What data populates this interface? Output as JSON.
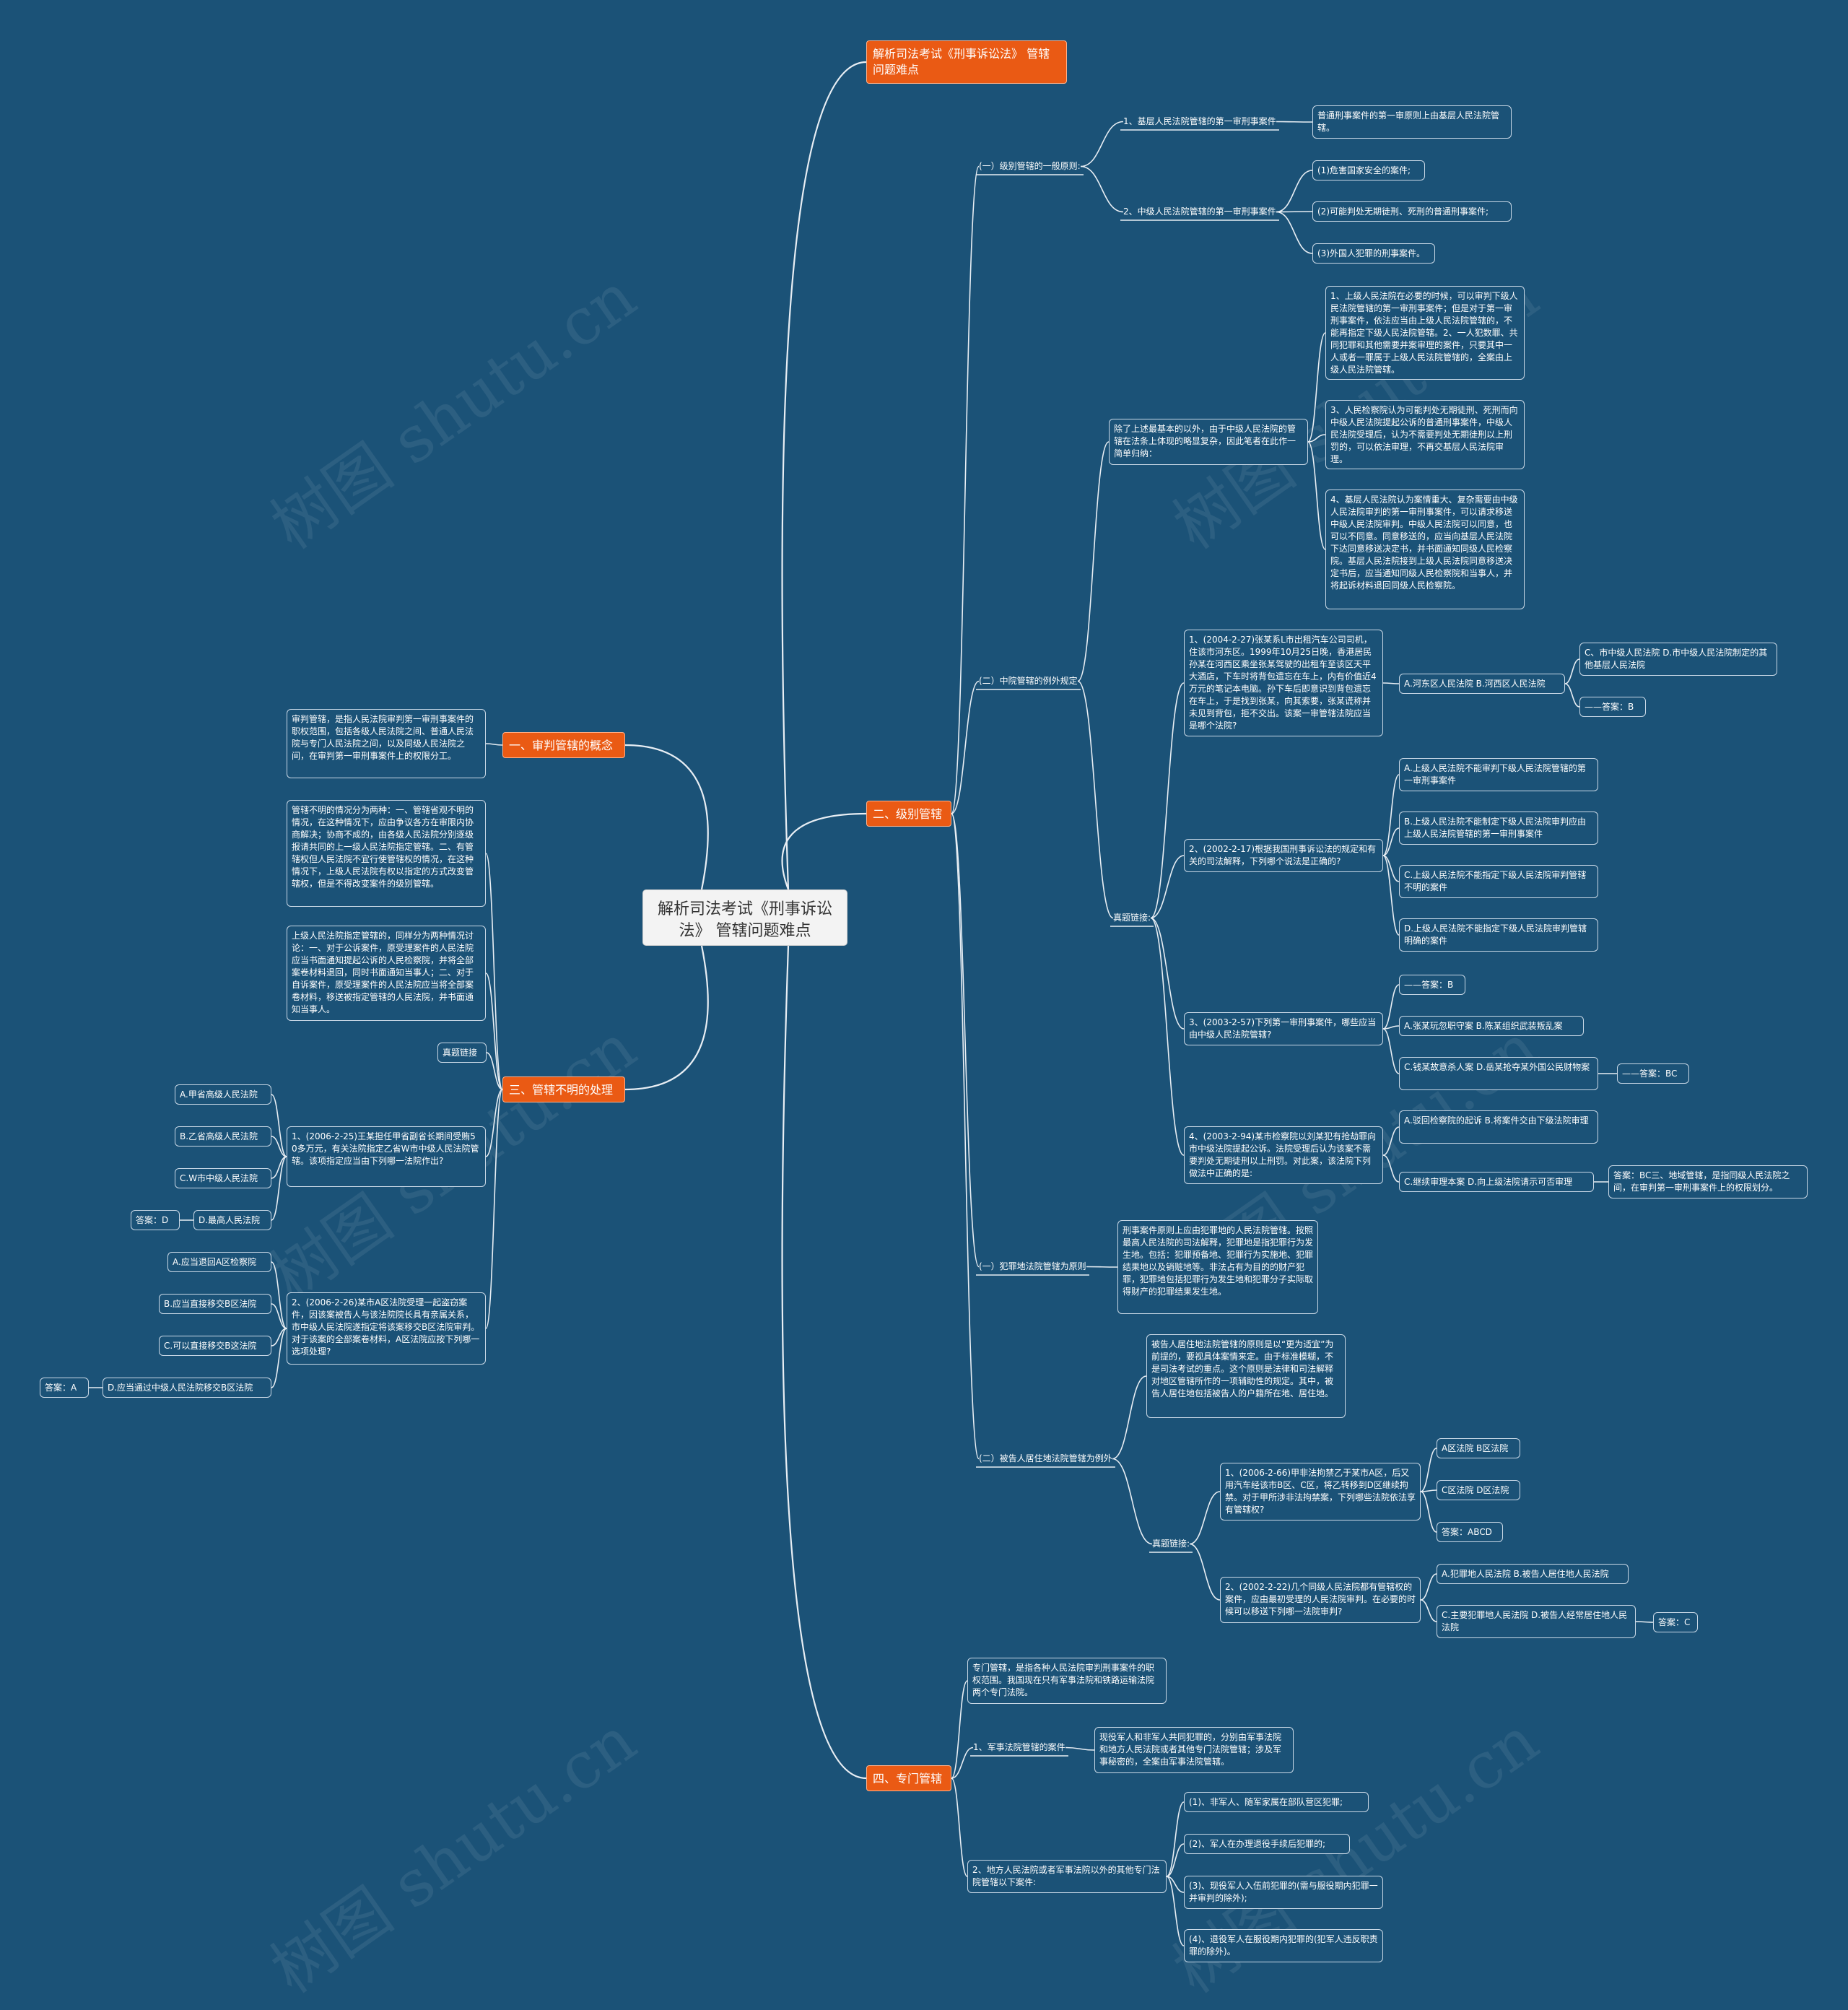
{
  "root": "解析司法考试《刑事诉讼法》 管辖问题难点",
  "watermark": "树图 shutu.cn",
  "colors": {
    "background": "#1b5277",
    "branch": "#ea5a14",
    "root_fill": "#f3f3f3",
    "line": "#e8eef4"
  },
  "branches": {
    "top": "解析司法考试《刑事诉讼法》 管辖问题难点",
    "b1": "一、审判管辖的概念",
    "b2": "二、级别管辖",
    "b3": "三、管辖不明的处理",
    "b4": "四、专门管辖"
  },
  "left1": {
    "def": "审判管辖，是指人民法院审判第一审刑事案件的职权范围，包括各级人民法院之间、普通人民法院与专门人民法院之间，以及同级人民法院之间，在审判第一审刑事案件上的权限分工。"
  },
  "left3": {
    "p1": "管辖不明的情况分为两种：一、管辖省观不明的情况，在这种情况下，应由争议各方在审限内协商解决；协商不成的，由各级人民法院分别逐级报请共同的上一级人民法院指定管辖。二、有管辖权但人民法院不宜行使管辖权的情况，在这种情况下，上级人民法院有权以指定的方式改变管辖权，但是不得改变案件的级别管辖。",
    "p2": "上级人民法院指定管辖的，同样分为两种情况讨论：一、对于公诉案件，原受理案件的人民法院应当书面通知提起公诉的人民检察院，并将全部案卷材料退回，同时书面通知当事人；二、对于自诉案件，原受理案件的人民法院应当将全部案卷材料，移送被指定管辖的人民法院，并书面通知当事人。",
    "zt": "真题链接",
    "q1": "1、(2006-2-25)王某担任甲省副省长期间受贿50多万元，有关法院指定乙省W市中级人民法院管辖。该项指定应当由下列哪一法院作出?",
    "q1a": "A.甲省高级人民法院",
    "q1b": "B.乙省高级人民法院",
    "q1c": "C.W市中级人民法院",
    "q1d": "D.最高人民法院",
    "q1ans": "答案：D",
    "q2": "2、(2006-2-26)某市A区法院受理一起盗窃案件，因该案被告人与该法院院长具有亲属关系，市中级人民法院遂指定将该案移交B区法院审判。对于该案的全部案卷材料，A区法院应按下列哪一选项处理?",
    "q2a": "A.应当退回A区检察院",
    "q2b": "B.应当直接移交B区法院",
    "q2c": "C.可以直接移交B这法院",
    "q2d": "D.应当通过中级人民法院移交B区法院",
    "q2ans": "答案：A"
  },
  "r1": {
    "title": "(一）级别管辖的一般原则:",
    "c1": "1、基层人民法院管辖的第一审刑事案件",
    "c1a": "普通刑事案件的第一审原则上由基层人民法院管辖。",
    "c2": "2、中级人民法院管辖的第一审刑事案件",
    "c2a": "(1)危害国家安全的案件;",
    "c2b": "(2)可能判处无期徒刑、死刑的普通刑事案件;",
    "c2c": "(3)外国人犯罪的刑事案件。"
  },
  "r2": {
    "title": "(二）中院管辖的例外规定",
    "s1": "除了上述最基本的以外，由于中级人民法院的管辖在法条上体现的略显复杂，因此笔者在此作一简单归纳：",
    "s1a": "1、上级人民法院在必要的时候，可以审判下级人民法院管辖的第一审刑事案件；但是对于第一审刑事案件，依法应当由上级人民法院管辖的，不能再指定下级人民法院管辖。2、一人犯数罪、共同犯罪和其他需要并案审理的案件，只要其中一人或者一罪属于上级人民法院管辖的，全案由上级人民法院管辖。",
    "s1b": "3、人民检察院认为可能判处无期徒刑、死刑而向中级人民法院提起公诉的普通刑事案件，中级人民法院受理后，认为不需要判处无期徒刑以上刑罚的，可以依法审理，不再交基层人民法院审理。",
    "s1c": "4、基层人民法院认为案情重大、复杂需要由中级人民法院审判的第一审刑事案件，可以请求移送中级人民法院审判。中级人民法院可以同意，也可以不同意。同意移送的，应当向基层人民法院下达同意移送决定书，并书面通知同级人民检察院。基层人民法院接到上级人民法院同意移送决定书后，应当通知同级人民检察院和当事人，并将起诉材料退回同级人民检察院。",
    "zt": "真题链接:",
    "q1": "1、(2004-2-27)张某系L市出租汽车公司司机，住该市河东区。1999年10月25日晚，香港居民孙某在河西区乘坐张某驾驶的出租车至该区天平大酒店，下车时将背包遗忘在车上，内有价值近4万元的笔记本电脑。孙下车后即意识到背包遗忘在车上，于是找到张某，向其索要，张某谎称并未见到背包，拒不交出。该案一审管辖法院应当是哪个法院?",
    "q1a": "A.河东区人民法院 B.河西区人民法院",
    "q1b": "C、市中级人民法院 D.市中级人民法院制定的其他基层人民法院",
    "q1ans": "——答案：B",
    "q2": "2、(2002-2-17)根据我国刑事诉讼法的规定和有关的司法解释，下列哪个说法是正确的?",
    "q2a": "A.上级人民法院不能审判下级人民法院管辖的第一审刑事案件",
    "q2b": "B.上级人民法院不能制定下级人民法院审判应由上级人民法院管辖的第一审刑事案件",
    "q2c": "C.上级人民法院不能指定下级人民法院审判管辖不明的案件",
    "q2d": "D.上级人民法院不能指定下级人民法院审判管辖明确的案件",
    "q2ans": "——答案：B",
    "q3": "3、(2003-2-57)下列第一审刑事案件，哪些应当由中级人民法院管辖?",
    "q3a": "A.张某玩忽职守案 B.陈某组织武装叛乱案",
    "q3b": "C.钱某故意杀人案 D.岳某抢夺某外国公民财物案",
    "q3ans": "——答案：BC",
    "q4": "4、(2003-2-94)某市检察院以刘某犯有抢劫罪向市中级法院提起公诉。法院受理后认为该案不需要判处无期徒刑以上刑罚。对此案，该法院下列做法中正确的是:",
    "q4a": "A.驳回检察院的起诉 B.将案件交由下级法院审理",
    "q4b": "C.继续审理本案 D.向上级法院请示可否审理",
    "q4ans": "答案：BC三、地域管辖，是指同级人民法院之间，在审判第一审刑事案件上的权限划分。"
  },
  "r3": {
    "title": "(一）犯罪地法院管辖为原则",
    "body": "刑事案件原则上应由犯罪地的人民法院管辖。按照最高人民法院的司法解释，犯罪地是指犯罪行为发生地。包括：犯罪预备地、犯罪行为实施地、犯罪结果地以及销赃地等。非法占有为目的的财产犯罪，犯罪地包括犯罪行为发生地和犯罪分子实际取得财产的犯罪结果发生地。"
  },
  "r4": {
    "title": "(二）被告人居住地法院管辖为例外",
    "body": "被告人居住地法院管辖的原则是以“更为适宜”为前提的，要视具体案情来定。由于标准模糊，不是司法考试的重点。这个原则是法律和司法解释对地区管辖所作的一项辅助性的规定。其中，被告人居住地包括被告人的户籍所在地、居住地。",
    "zt": "真题链接:",
    "q1": "1、(2006-2-66)甲非法拘禁乙于某市A区，后又用汽车经该市B区、C区，将乙转移到D区继续拘禁。对于甲所涉非法拘禁案，下列哪些法院依法享有管辖权?",
    "q1a": "A区法院 B区法院",
    "q1b": "C区法院 D区法院",
    "q1ans": "答案：ABCD",
    "q2": "2、(2002-2-22)几个同级人民法院都有管辖权的案件，应由最初受理的人民法院审判。在必要的时候可以移送下列哪一法院审判?",
    "q2a": "A.犯罪地人民法院 B.被告人居住地人民法院",
    "q2b": "C.主要犯罪地人民法院 D.被告人经常居住地人民法院",
    "q2ans": "答案：C"
  },
  "r5": {
    "def": "专门管辖，是指各种人民法院审判刑事案件的职权范围。我国现在只有军事法院和铁路运输法院两个专门法院。",
    "c1": "1、军事法院管辖的案件",
    "c1a": "现役军人和非军人共同犯罪的，分别由军事法院和地方人民法院或者其他专门法院管辖；涉及军事秘密的，全案由军事法院管辖。",
    "c2": "2、地方人民法院或者军事法院以外的其他专门法院管辖以下案件:",
    "c2a": "(1)、非军人、随军家属在部队营区犯罪;",
    "c2b": "(2)、军人在办理退役手续后犯罪的;",
    "c2c": "(3)、现役军人入伍前犯罪的(需与服役期内犯罪一并审判的除外);",
    "c2d": "(4)、退役军人在服役期内犯罪的(犯军人违反职责罪的除外)。"
  }
}
